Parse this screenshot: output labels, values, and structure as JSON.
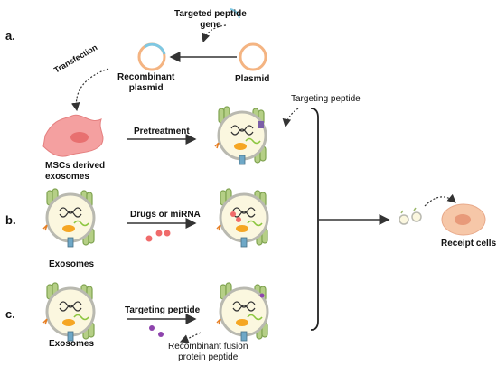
{
  "sections": {
    "a": "a.",
    "b": "b.",
    "c": "c."
  },
  "labels": {
    "targeted_peptide_gene": "Targeted peptide\ngene",
    "recombinant_plasmid": "Recombinant\nplasmid",
    "plasmid": "Plasmid",
    "transfection": "Transfection",
    "mscs_exosomes": "MSCs derived\nexosomes",
    "pretreatment": "Pretreatment",
    "targeting_peptide_a": "Targeting peptide",
    "drugs_or_mirna": "Drugs or miRNA",
    "exosomes_b": "Exosomes",
    "exosomes_c": "Exosomes",
    "targeting_peptide_c": "Targeting peptide",
    "recombinant_fusion": "Recombinant fusion\nprotein peptide",
    "receipt_cells": "Receipt cells"
  },
  "colors": {
    "plasmid_ring": "#f4b482",
    "gene_arc": "#7ec8e3",
    "msc_cell": "#f4a0a0",
    "exosome_fill": "#fbf7df",
    "exosome_ring": "#b9b9b0",
    "protein_green": "#9bb86a",
    "drug_dot": "#f06b6b",
    "peptide_dot": "#8e44ad",
    "receipt_cell": "#f6c7a8",
    "nucleus": "#e89a7a",
    "arrow": "#333333"
  }
}
